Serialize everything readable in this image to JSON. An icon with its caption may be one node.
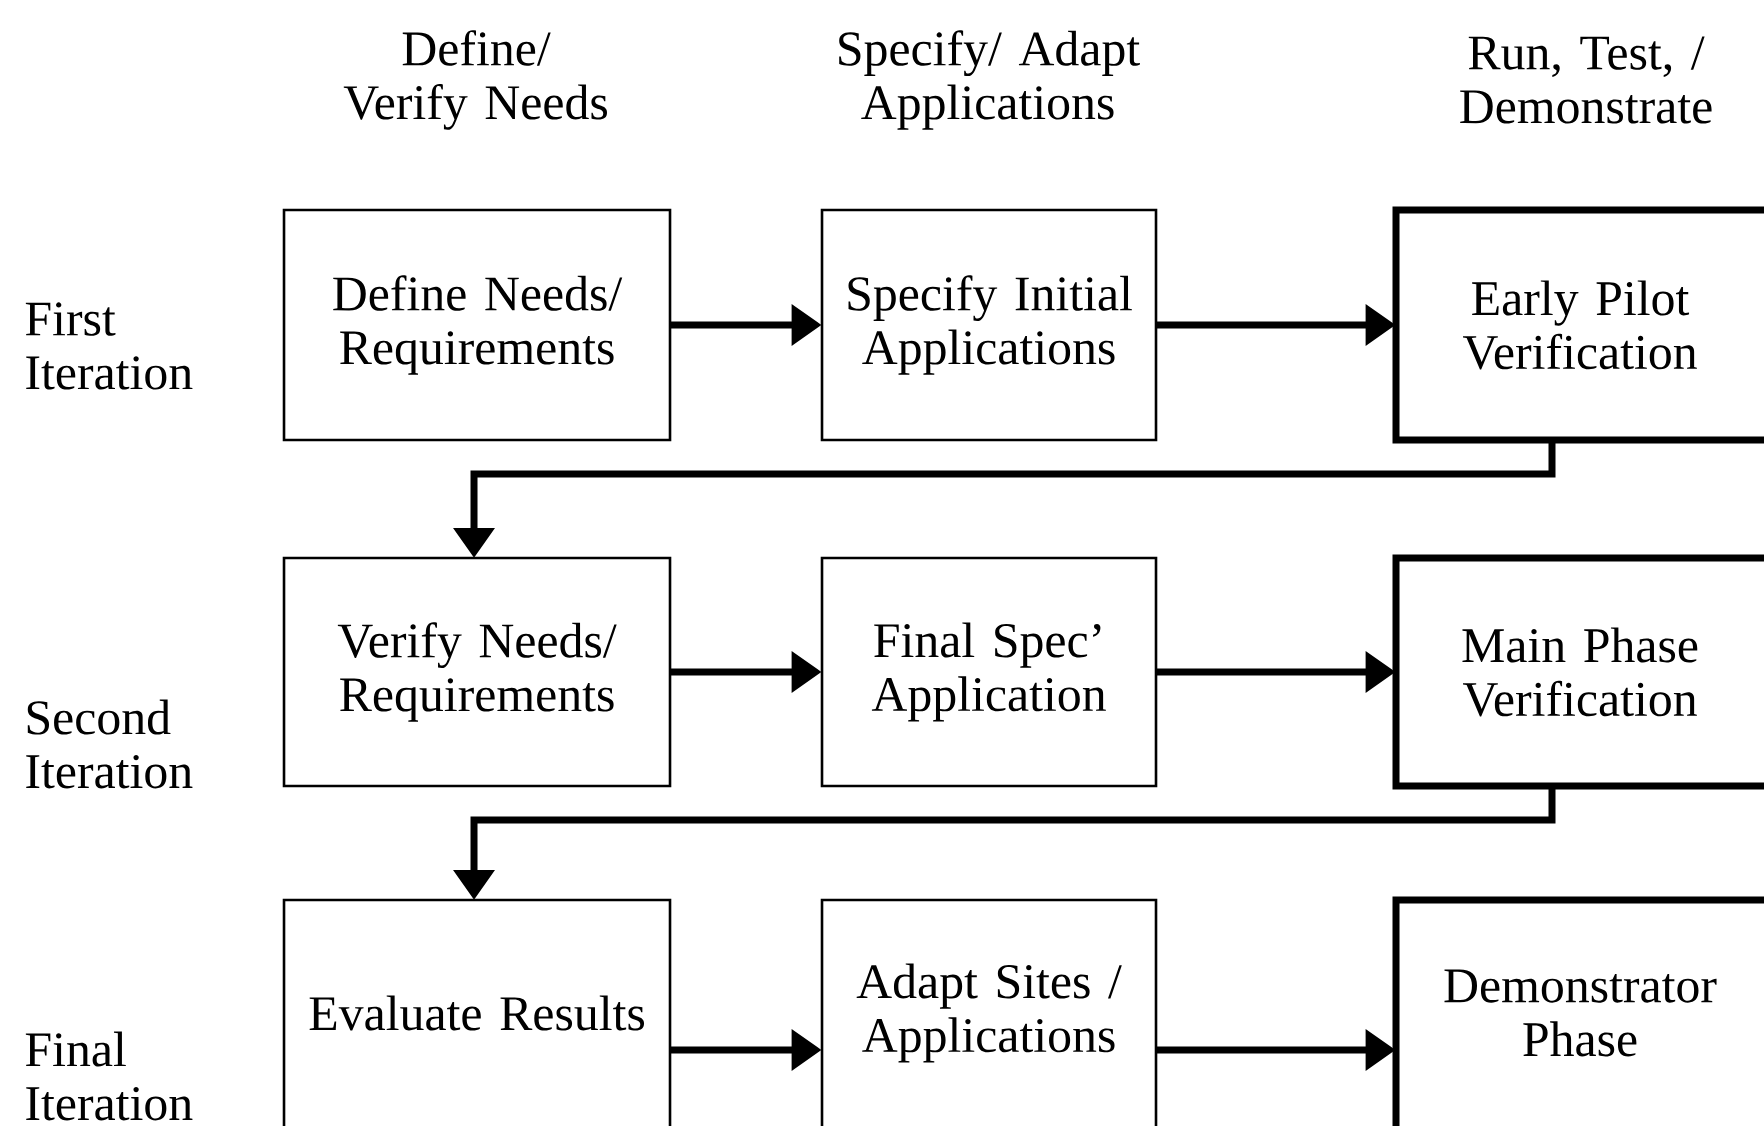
{
  "diagram": {
    "nodes": [
      {
        "text": [
          "Define Needs/ Requirements"
        ]
      },
      {
        "text": [
          "Specify Initial Applications"
        ]
      },
      {
        "text": [
          "Early Pilot Verification"
        ]
      },
      {
        "text": [
          "Verify Needs/ Requirements"
        ]
      },
      {
        "text": [
          "Final Spec’ Application"
        ]
      },
      {
        "text": [
          "Main Phase Verification"
        ]
      },
      {
        "text": [
          "Evaluate Results"
        ]
      },
      {
        "text": [
          "Adapt Sites / Applications"
        ]
      },
      {
        "text": [
          "Demonstrator Phase"
        ]
      }
    ],
    "edges": [
      {
        "from": 0,
        "to": 1,
        "arrow": "to"
      },
      {
        "from": 1,
        "to": 2,
        "arrow": "to"
      },
      {
        "from": 2,
        "to": 3,
        "arrow": "to"
      },
      {
        "from": 3,
        "to": 4,
        "arrow": "to"
      },
      {
        "from": 4,
        "to": 5,
        "arrow": "to"
      },
      {
        "from": 5,
        "to": 6,
        "arrow": "to"
      },
      {
        "from": 6,
        "to": 7,
        "arrow": "to"
      },
      {
        "from": 7,
        "to": 8,
        "arrow": "to"
      }
    ],
    "labels": [
      "Define/ Verify Needs",
      "Specify/ Adapt Applications",
      "Run, Test, / Demonstrate",
      "First Iteration",
      "Second Iteration",
      "Final Iteration"
    ]
  }
}
